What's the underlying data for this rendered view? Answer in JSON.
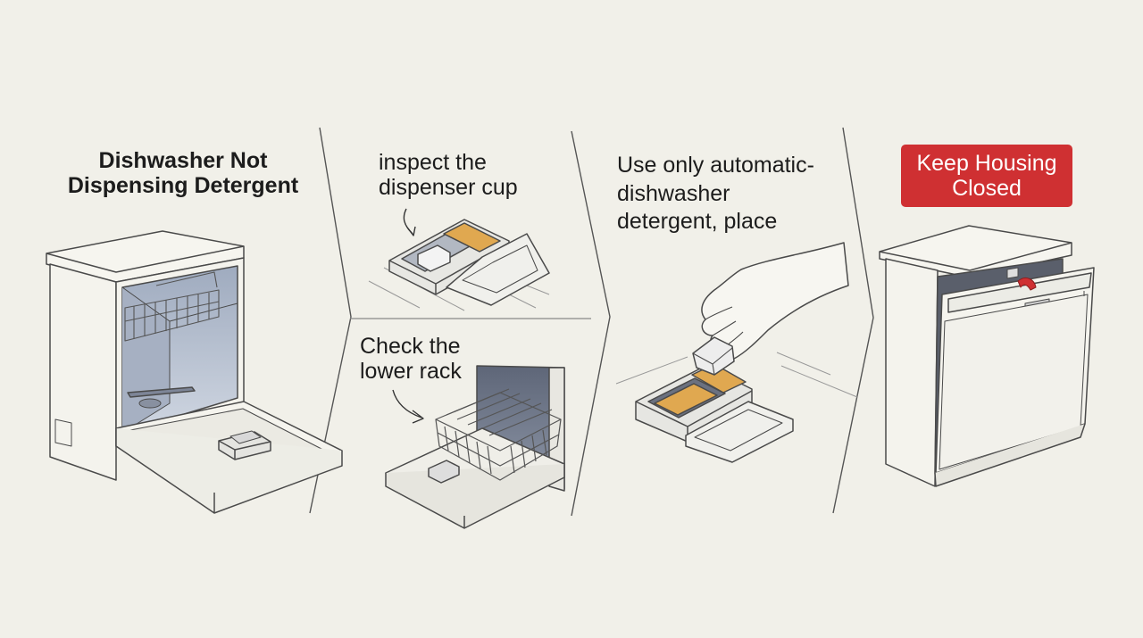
{
  "panels": {
    "panel1": {
      "title": "Dishwasher Not\nDispensing Detergent"
    },
    "panel2": {
      "top_label": "inspect the\ndispenser cup",
      "bottom_label": "Check the\nlower rack"
    },
    "panel3": {
      "label": "Use only automatic-\ndishwasher\ndetergent, place"
    },
    "panel4": {
      "warning": "Keep Housing\nClosed"
    }
  },
  "colors": {
    "background": "#f1f0e9",
    "warning_red": "#cf3032",
    "detergent_amber": "#e0a850",
    "interior_blue": "#b9c3d3",
    "line": "#4a4a4a"
  }
}
